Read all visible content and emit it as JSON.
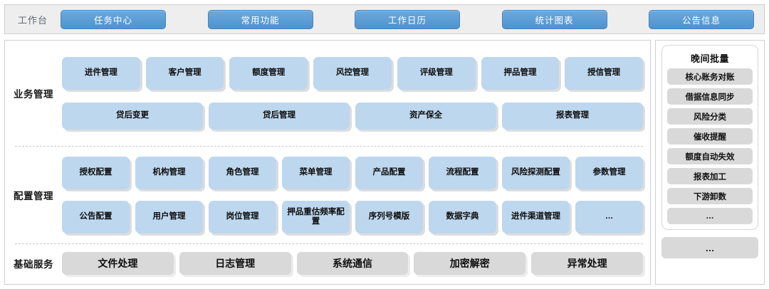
{
  "header": {
    "workbench_label": "工作台",
    "tabs": [
      {
        "label": "任务中心"
      },
      {
        "label": "常用功能"
      },
      {
        "label": "工作日历"
      },
      {
        "label": "统计图表"
      },
      {
        "label": "公告信息"
      }
    ]
  },
  "sections": [
    {
      "label": "业务管理",
      "rows": [
        [
          {
            "label": "进件管理"
          },
          {
            "label": "客户管理"
          },
          {
            "label": "额度管理"
          },
          {
            "label": "风控管理"
          },
          {
            "label": "评级管理"
          },
          {
            "label": "押品管理"
          },
          {
            "label": "授信管理"
          }
        ],
        [
          {
            "label": "贷后变更"
          },
          {
            "label": "贷后管理"
          },
          {
            "label": "资产保全"
          },
          {
            "label": "报表管理"
          }
        ]
      ]
    },
    {
      "label": "配置管理",
      "rows": [
        [
          {
            "label": "授权配置"
          },
          {
            "label": "机构管理"
          },
          {
            "label": "角色管理"
          },
          {
            "label": "菜单管理"
          },
          {
            "label": "产品配置"
          },
          {
            "label": "流程配置"
          },
          {
            "label": "风险探测配置"
          },
          {
            "label": "参数管理"
          }
        ],
        [
          {
            "label": "公告配置"
          },
          {
            "label": "用户管理"
          },
          {
            "label": "岗位管理"
          },
          {
            "label": "押品重估频率配置"
          },
          {
            "label": "序列号模版"
          },
          {
            "label": "数据字典"
          },
          {
            "label": "进件渠道管理"
          },
          {
            "label": "…"
          }
        ]
      ]
    },
    {
      "label": "基础服务",
      "rows": [
        [
          {
            "label": "文件处理"
          },
          {
            "label": "日志管理"
          },
          {
            "label": "系统通信"
          },
          {
            "label": "加密解密"
          },
          {
            "label": "异常处理"
          }
        ]
      ]
    }
  ],
  "right_panel": {
    "batch": {
      "title": "晚间批量",
      "items": [
        {
          "label": "核心账务对账"
        },
        {
          "label": "借据信息同步"
        },
        {
          "label": "风险分类"
        },
        {
          "label": "催收提醒"
        },
        {
          "label": "额度自动失效"
        },
        {
          "label": "报表加工"
        },
        {
          "label": "下游卸数"
        },
        {
          "label": "…"
        }
      ]
    },
    "more_label": "…"
  },
  "colors": {
    "accent_blue": "#4f93cd",
    "chip_blue": "#bdd7ee",
    "chip_gray": "#d9d9d9",
    "header_bg": "#eeeeee",
    "border": "#cfcfcf"
  }
}
